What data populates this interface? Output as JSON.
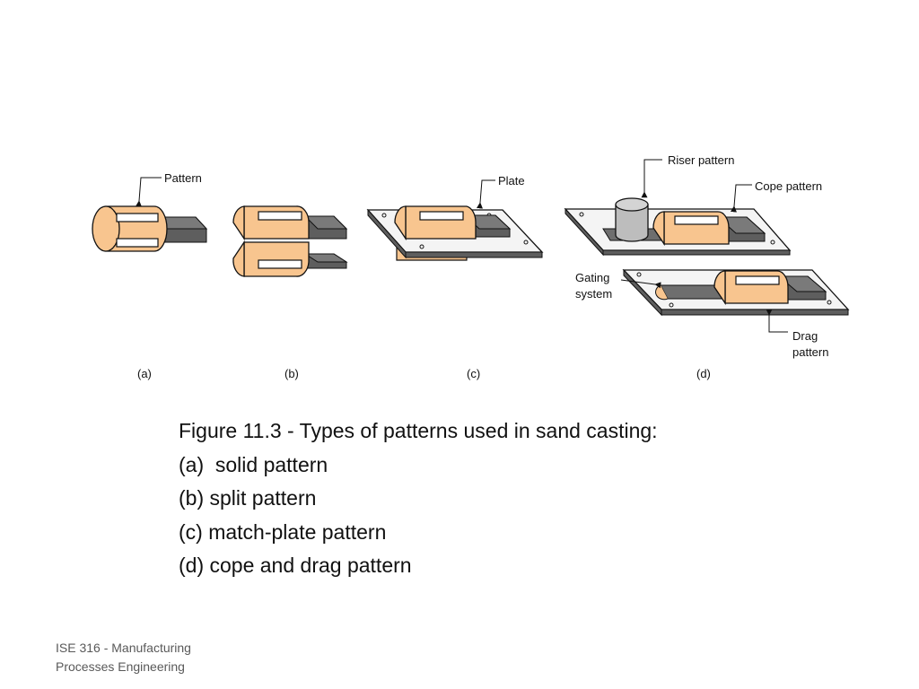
{
  "figure": {
    "labels": {
      "pattern": "Pattern",
      "plate": "Plate",
      "riser_pattern": "Riser pattern",
      "cope_pattern": "Cope pattern",
      "gating_system_line1": "Gating",
      "gating_system_line2": "system",
      "drag_pattern_line1": "Drag",
      "drag_pattern_line2": "pattern"
    },
    "sublabels": [
      "(a)",
      "(b)",
      "(c)",
      "(d)"
    ],
    "colors": {
      "pattern_fill": "#F8C58F",
      "core_print": "#5E5E5E",
      "plate_fill": "#F4F4F4",
      "riser_fill": "#BDBDBD",
      "outline": "#111111"
    }
  },
  "caption": {
    "title": "Figure 11.3 - Types of patterns used in sand casting:",
    "items": [
      "(a)  solid pattern",
      "(b) split pattern",
      "(c) match-plate pattern",
      "(d) cope and drag pattern"
    ]
  },
  "footer": {
    "line1": "ISE 316  -  Manufacturing",
    "line2": "Processes Engineering"
  }
}
